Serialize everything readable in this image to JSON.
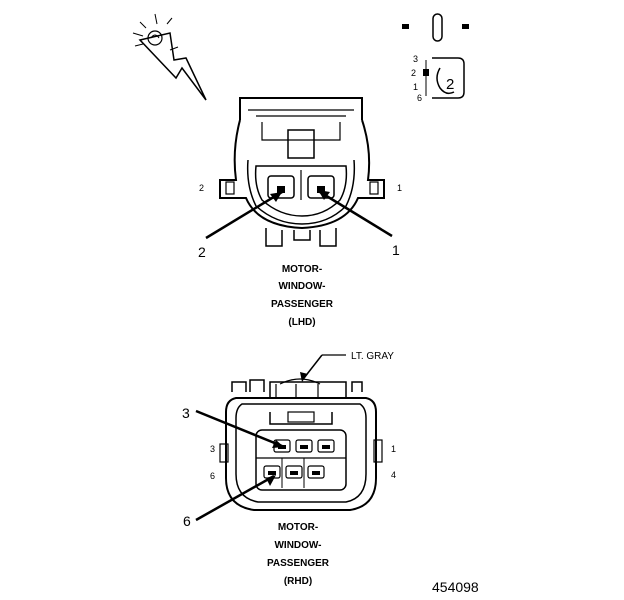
{
  "figure_id": "454098",
  "top_connector": {
    "label_lines": [
      "MOTOR-",
      "WINDOW-",
      "PASSENGER",
      "(LHD)"
    ],
    "side_pin_left": "2",
    "side_pin_right": "1",
    "callout_left": "2",
    "callout_right": "1"
  },
  "bottom_connector": {
    "label_lines": [
      "MOTOR-",
      "WINDOW-",
      "PASSENGER",
      "(RHD)"
    ],
    "color_callout": "LT. GRAY",
    "callout_top": "3",
    "callout_bottom": "6",
    "side_pins": {
      "top_left": "3",
      "bottom_left": "6",
      "top_right": "1",
      "bottom_right": "4"
    }
  },
  "legend_icon": {
    "pin_column": [
      "3",
      "2",
      "1",
      "6"
    ],
    "terminal_number": "2"
  }
}
